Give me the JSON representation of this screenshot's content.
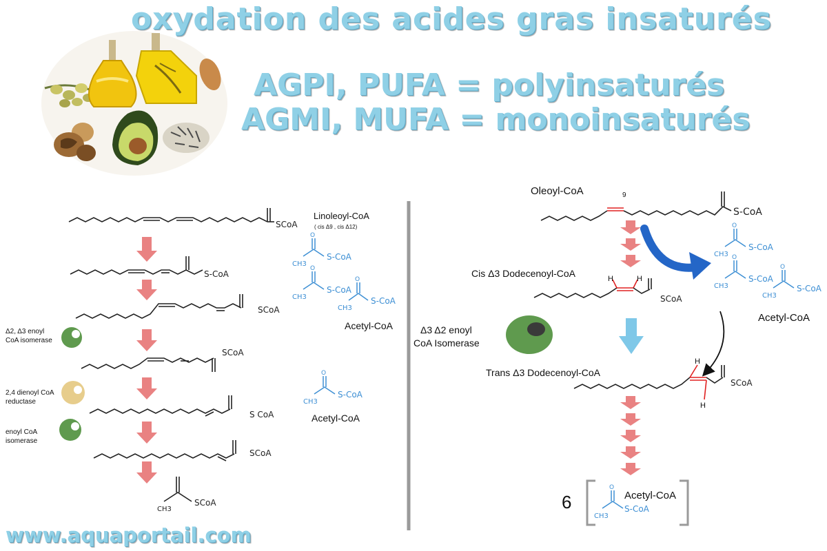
{
  "header": {
    "title": "oxydation des acides gras insaturés",
    "subtitle_line1": "AGPI, PUFA = polyinsaturés",
    "subtitle_line2": "AGMI, MUFA = monoinsaturés"
  },
  "footer": {
    "website": "www.aquaportail.com"
  },
  "left_pathway": {
    "start_label": "Linoleoyl-CoA",
    "start_note": "( cis Δ9 , cis Δ12)",
    "enzymes": [
      {
        "line1": "Δ2, Δ3 enoyl",
        "line2": "CoA isomerase",
        "color": "#5f9a4e"
      },
      {
        "line1": "2,4 dienoyl CoA",
        "line2": "reductase",
        "color": "#e7cd8c"
      },
      {
        "line1": "enoyl CoA",
        "line2": "isomerase",
        "color": "#5f9a4e"
      }
    ],
    "products": [
      "Acetyl-CoA",
      "Acetyl-CoA"
    ],
    "thioester_labels": [
      "SCoA",
      "S-CoA",
      "SCoA",
      "SCoA",
      "S CoA",
      "SCoA",
      "SCoA"
    ]
  },
  "right_pathway": {
    "start_label": "Oleoyl-CoA",
    "double_bond_position": "9",
    "intermediate_1": "Cis Δ3 Dodecenoyl-CoA",
    "enzyme_line1": "Δ3 Δ2 enoyl",
    "enzyme_line2": "CoA Isomerase",
    "intermediate_2": "Trans Δ3 Dodecenoyl-CoA",
    "products_label": "Acetyl-CoA",
    "final_multiplier": "6",
    "final_label": "Acetyl-CoA",
    "thioester_labels": [
      "S-CoA",
      "SCoA",
      "SCoA"
    ]
  },
  "acetyl_parts": {
    "methyl": "CH3",
    "oxygen": "O",
    "thio": "S-CoA"
  },
  "hydrogen": "H",
  "colors": {
    "title": "#8fd0e6",
    "acetyl": "#3d8fd4",
    "down_arrow": "#e98282",
    "isomerase_arrow": "#7fc8e8",
    "curved_arrow": "#2466c7",
    "double_bond": "#e02020"
  }
}
